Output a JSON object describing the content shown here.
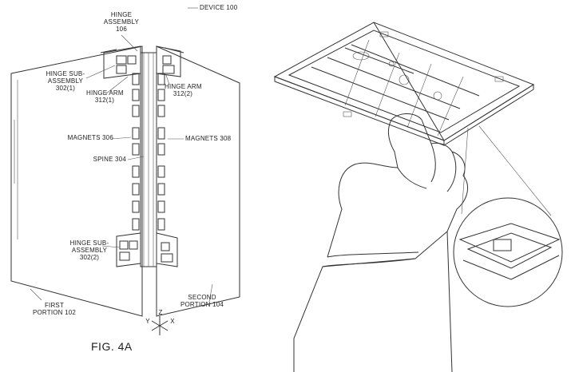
{
  "figure_caption": "FIG. 4A",
  "labels": {
    "device": "DEVICE 100",
    "hinge_assembly_l1": "HINGE",
    "hinge_assembly_l2": "ASSEMBLY",
    "hinge_assembly_l3": "106",
    "hinge_sub_top_l1": "HINGE SUB-",
    "hinge_sub_top_l2": "ASSEMBLY",
    "hinge_sub_top_l3": "302(1)",
    "hinge_arm_left_l1": "HINGE ARM",
    "hinge_arm_left_l2": "312(1)",
    "hinge_arm_right_l1": "HINGE ARM",
    "hinge_arm_right_l2": "312(2)",
    "magnets_left": "MAGNETS 306",
    "magnets_right": "MAGNETS 308",
    "spine": "SPINE 304",
    "hinge_sub_bottom_l1": "HINGE SUB-",
    "hinge_sub_bottom_l2": "ASSEMBLY",
    "hinge_sub_bottom_l3": "302(2)",
    "first_portion_l1": "FIRST",
    "first_portion_l2": "PORTION 102",
    "second_portion_l1": "SECOND",
    "second_portion_l2": "PORTION 104"
  },
  "axes": {
    "x": "X",
    "y": "Y",
    "z": "Z"
  }
}
